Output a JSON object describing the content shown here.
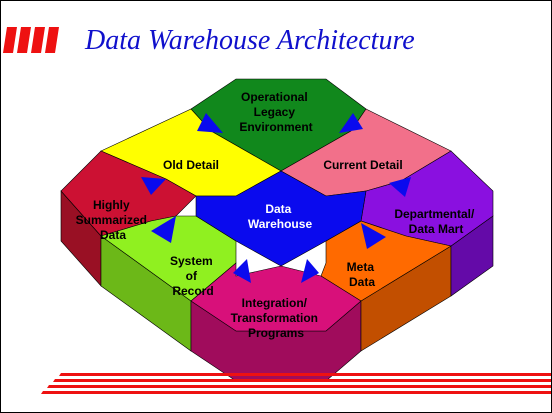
{
  "slide": {
    "title": "Data Warehouse Architecture"
  },
  "diagram": {
    "center": {
      "lines": [
        "Data",
        "Warehouse"
      ],
      "color": "#0a0aee",
      "text_color": "#ffffff"
    },
    "segments": [
      {
        "id": "operational",
        "lines": [
          "Operational",
          "Legacy",
          "Environment"
        ],
        "color": "#11881c",
        "text_color": "#000000"
      },
      {
        "id": "old-detail",
        "lines": [
          "Old Detail"
        ],
        "color": "#ffff00",
        "text_color": "#000000"
      },
      {
        "id": "current-detail",
        "lines": [
          "Current Detail"
        ],
        "color": "#f2708a",
        "text_color": "#000000"
      },
      {
        "id": "highly-summarized",
        "lines": [
          "Highly",
          "Summarized",
          "Data"
        ],
        "color": "#cc1133",
        "text_color": "#000000"
      },
      {
        "id": "departmental",
        "lines": [
          "Departmental/",
          "Data Mart"
        ],
        "color": "#8a10e0",
        "text_color": "#000000"
      },
      {
        "id": "system-of-record",
        "lines": [
          "System",
          "of",
          "Record"
        ],
        "color": "#90f020",
        "text_color": "#000000"
      },
      {
        "id": "meta-data",
        "lines": [
          "Meta",
          "Data"
        ],
        "color": "#ff6a00",
        "text_color": "#000000"
      },
      {
        "id": "integration",
        "lines": [
          "Integration/",
          "Transformation",
          "Programs"
        ],
        "color": "#d8107a",
        "text_color": "#000000"
      }
    ],
    "side_colors": {
      "highly-summarized": "#991024",
      "system-of-record": "#6cb818",
      "integration": "#a00c5c",
      "meta-data": "#c24f00",
      "departmental": "#640aa8"
    }
  },
  "theme": {
    "logo_color": "#ee1111",
    "rule_color": "#ee1111"
  }
}
